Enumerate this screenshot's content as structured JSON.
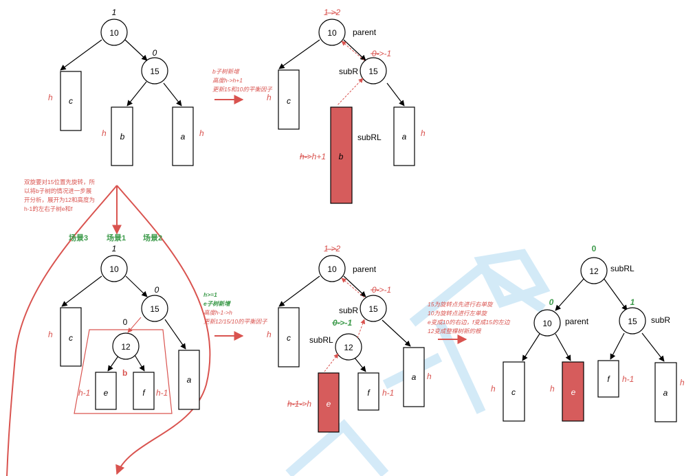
{
  "colors": {
    "red": "#d9534f",
    "fill": "#d65c5c",
    "green": "#3c9a4a",
    "watermark": "#cfe8f7",
    "line": "#000000"
  },
  "d1": {
    "bf_root": "1",
    "bf_15": "0",
    "n10": "10",
    "n15": "15",
    "c": "c",
    "b": "b",
    "a": "a",
    "h_c": "h",
    "h_b": "h",
    "h_a": "h"
  },
  "note1": [
    "b子树新增",
    "高度h->h+1",
    "更新15和10的平衡因子"
  ],
  "d2": {
    "bf_root": "1->2",
    "bf_15": "0->-1",
    "n10": "10",
    "n15": "15",
    "parent": "parent",
    "subR": "subR",
    "subRL": "subRL",
    "c": "c",
    "b": "b",
    "a": "a",
    "h_c": "h",
    "h_b": "h->h+1",
    "h_a": "h"
  },
  "note_left": [
    "双旋要对15位置先旋转，所",
    "以将b子树的情况进一步展",
    "开分析，展开为12和高度为",
    "h-1的左右子树e和f"
  ],
  "scenes": {
    "s3": "场景3",
    "s1": "场景1",
    "s2": "场景2"
  },
  "d3": {
    "bf_root": "1",
    "bf_15": "0",
    "bf_12": "0",
    "n10": "10",
    "n15": "15",
    "n12": "12",
    "c": "c",
    "e": "e",
    "f": "f",
    "a": "a",
    "b_label": "b",
    "h_c": "h",
    "h_e": "h-1",
    "h_f": "h-1"
  },
  "note2": [
    "h>=1",
    "e子树新增",
    "高度h-1->h",
    "更新12/15/10的平衡因子"
  ],
  "d4": {
    "bf_root": "1->2",
    "bf_15": "0->-1",
    "bf_12": "0->-1",
    "n10": "10",
    "n15": "15",
    "n12": "12",
    "parent": "parent",
    "subR": "subR",
    "subRL": "subRL",
    "c": "c",
    "e": "e",
    "f": "f",
    "a": "a",
    "h_c": "h",
    "h_e": "h-1->h",
    "h_f": "h-1",
    "h_a": "h"
  },
  "note3": [
    "15为旋转点先进行右单旋",
    "10为旋转点进行左单旋",
    "e变成10的右边，f变成15的左边",
    "12变成整棵树新的根"
  ],
  "d5": {
    "bf_12": "0",
    "bf_10": "0",
    "bf_15": "1",
    "n12": "12",
    "n10": "10",
    "n15": "15",
    "subRL": "subRL",
    "parent": "parent",
    "subR": "subR",
    "c": "c",
    "e": "e",
    "f": "f",
    "a": "a",
    "h_c": "h",
    "h_e": "h",
    "h_f": "h-1",
    "h_a": "h"
  }
}
